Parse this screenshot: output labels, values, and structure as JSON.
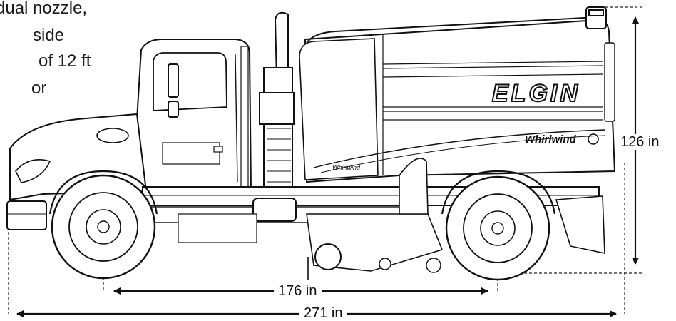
{
  "cropped_text_lines": [
    "dual nozzle,",
    "side",
    "of 12 ft",
    "or"
  ],
  "truck": {
    "body_logo": "ELGIN",
    "model_badge": "Whirlwind",
    "small_badge": "Whirlwind"
  },
  "dimensions": {
    "height": "126 in",
    "wheelbase": "176 in",
    "overall_length": "271 in"
  }
}
